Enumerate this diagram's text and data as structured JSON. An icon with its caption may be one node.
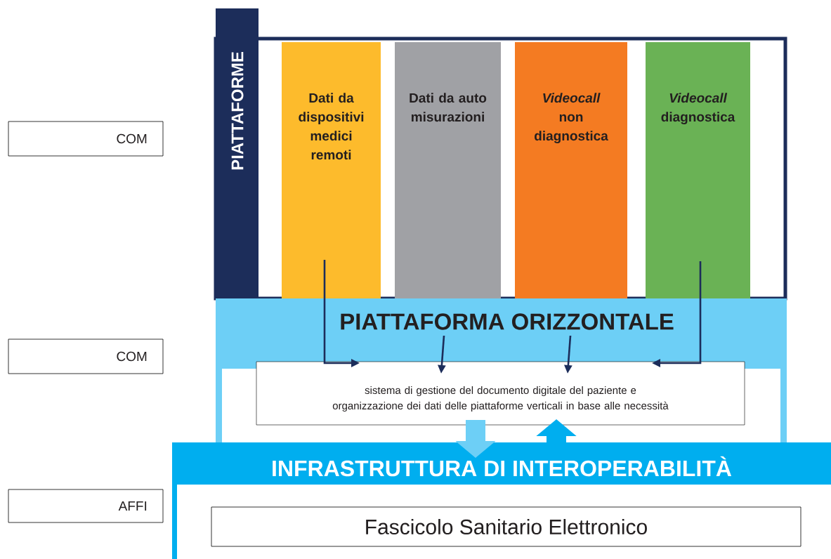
{
  "diagram": {
    "nodes": [
      {
        "text": [
          "COM"
        ]
      },
      {
        "text": [
          "PIATTAFORME"
        ]
      },
      {
        "text": [
          "Dati da dispositivi medici remoti"
        ],
        "in": 1
      },
      {
        "text": [
          "Dati da auto misurazioni"
        ],
        "in": 1
      },
      {
        "text": [
          "*Videocall* non diagnostica"
        ],
        "in": 1
      },
      {
        "text": [
          "*Videocall* diagnostica"
        ],
        "in": 1
      },
      {
        "text": [
          "COM"
        ]
      },
      {
        "text": [
          "PIATTAFORMA ORIZZONTALE"
        ]
      },
      {
        "text": [
          "sistema di gestione del documento digitale del paziente e organizzazione dei dati delle piattaforme verticali in base alle necessità"
        ],
        "in": 7
      },
      {
        "text": [
          "AFFI"
        ]
      },
      {
        "text": [
          "INFRASTRUTTURA DI INTEROPERABILITÀ"
        ]
      },
      {
        "text": [
          "Fascicolo Sanitario Elettronico"
        ],
        "in": 10
      }
    ],
    "edges": [
      {
        "from": 2,
        "to": 8,
        "arrow": "to"
      },
      {
        "from": null,
        "to": 8,
        "arrow": "to"
      },
      {
        "from": null,
        "to": 8,
        "arrow": "to"
      },
      {
        "from": 5,
        "to": 8,
        "arrow": "to"
      },
      {
        "from": 8,
        "to": 10,
        "arrow": "to",
        "style": "thick",
        "color": "#6dcff6"
      },
      {
        "from": 10,
        "to": 8,
        "arrow": "to",
        "style": "thick",
        "color": "#00aeef"
      }
    ]
  }
}
